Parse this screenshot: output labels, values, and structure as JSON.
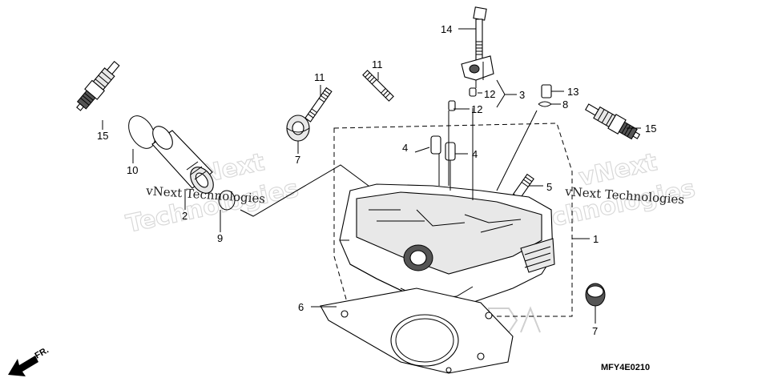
{
  "callouts": {
    "c1": "1",
    "c2": "2",
    "c3": "3",
    "c4a": "4",
    "c4b": "4",
    "c5": "5",
    "c6": "6",
    "c7a": "7",
    "c7b": "7",
    "c8": "8",
    "c9": "9",
    "c10": "10",
    "c11a": "11",
    "c11b": "11",
    "c12a": "12",
    "c12b": "12",
    "c13": "13",
    "c14": "14",
    "c15a": "15",
    "c15b": "15"
  },
  "diagram_code": "MFY4E0210",
  "front_label": "FR.",
  "watermarks": {
    "left_small": "vNext Technologies",
    "left_big_1": "vNext",
    "left_big_2": "Technologies",
    "right_small": "vNext Technologies",
    "right_big_1": "vNext",
    "right_big_2": "Technologies"
  },
  "colors": {
    "line": "#000000",
    "watermark": "#d9d9d9",
    "background": "#ffffff"
  }
}
